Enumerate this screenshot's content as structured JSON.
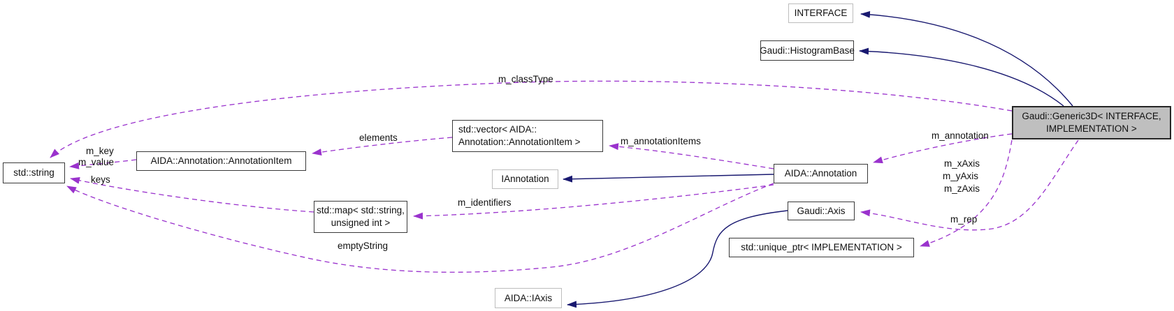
{
  "colors": {
    "inheritance_edge": "#191970",
    "usage_edge": "#9a32cd",
    "node_fill": "#ffffff",
    "focus_node_fill": "#bfbfbf",
    "node_border": "#3a3a3a",
    "external_node_border": "#bdbdbd"
  },
  "nodes": {
    "interface": {
      "label": "INTERFACE"
    },
    "histogram_base": {
      "label": "Gaudi::HistogramBase"
    },
    "generic3d": {
      "line1": "Gaudi::Generic3D< INTERFACE,",
      "line2": "IMPLEMENTATION >"
    },
    "std_string": {
      "label": "std::string"
    },
    "annotation_item": {
      "label": "AIDA::Annotation::AnnotationItem"
    },
    "vector_annotation_item": {
      "line1": "std::vector< AIDA::",
      "line2": "Annotation::AnnotationItem >"
    },
    "iannotation": {
      "label": "IAnnotation"
    },
    "annotation": {
      "label": "AIDA::Annotation"
    },
    "map_string_uint": {
      "line1": "std::map< std::string,",
      "line2": "unsigned int >"
    },
    "axis": {
      "label": "Gaudi::Axis"
    },
    "unique_ptr": {
      "label": "std::unique_ptr< IMPLEMENTATION >"
    },
    "iaxis": {
      "label": "AIDA::IAxis"
    }
  },
  "edge_labels": {
    "m_classType": "m_classType",
    "m_key": "m_key",
    "m_value": "m_value",
    "keys": "keys",
    "elements": "elements",
    "m_annotationItems": "m_annotationItems",
    "m_annotation": "m_annotation",
    "m_xAxis": "m_xAxis",
    "m_yAxis": "m_yAxis",
    "m_zAxis": "m_zAxis",
    "m_identifiers": "m_identifiers",
    "emptyString": "emptyString",
    "m_rep": "m_rep"
  }
}
